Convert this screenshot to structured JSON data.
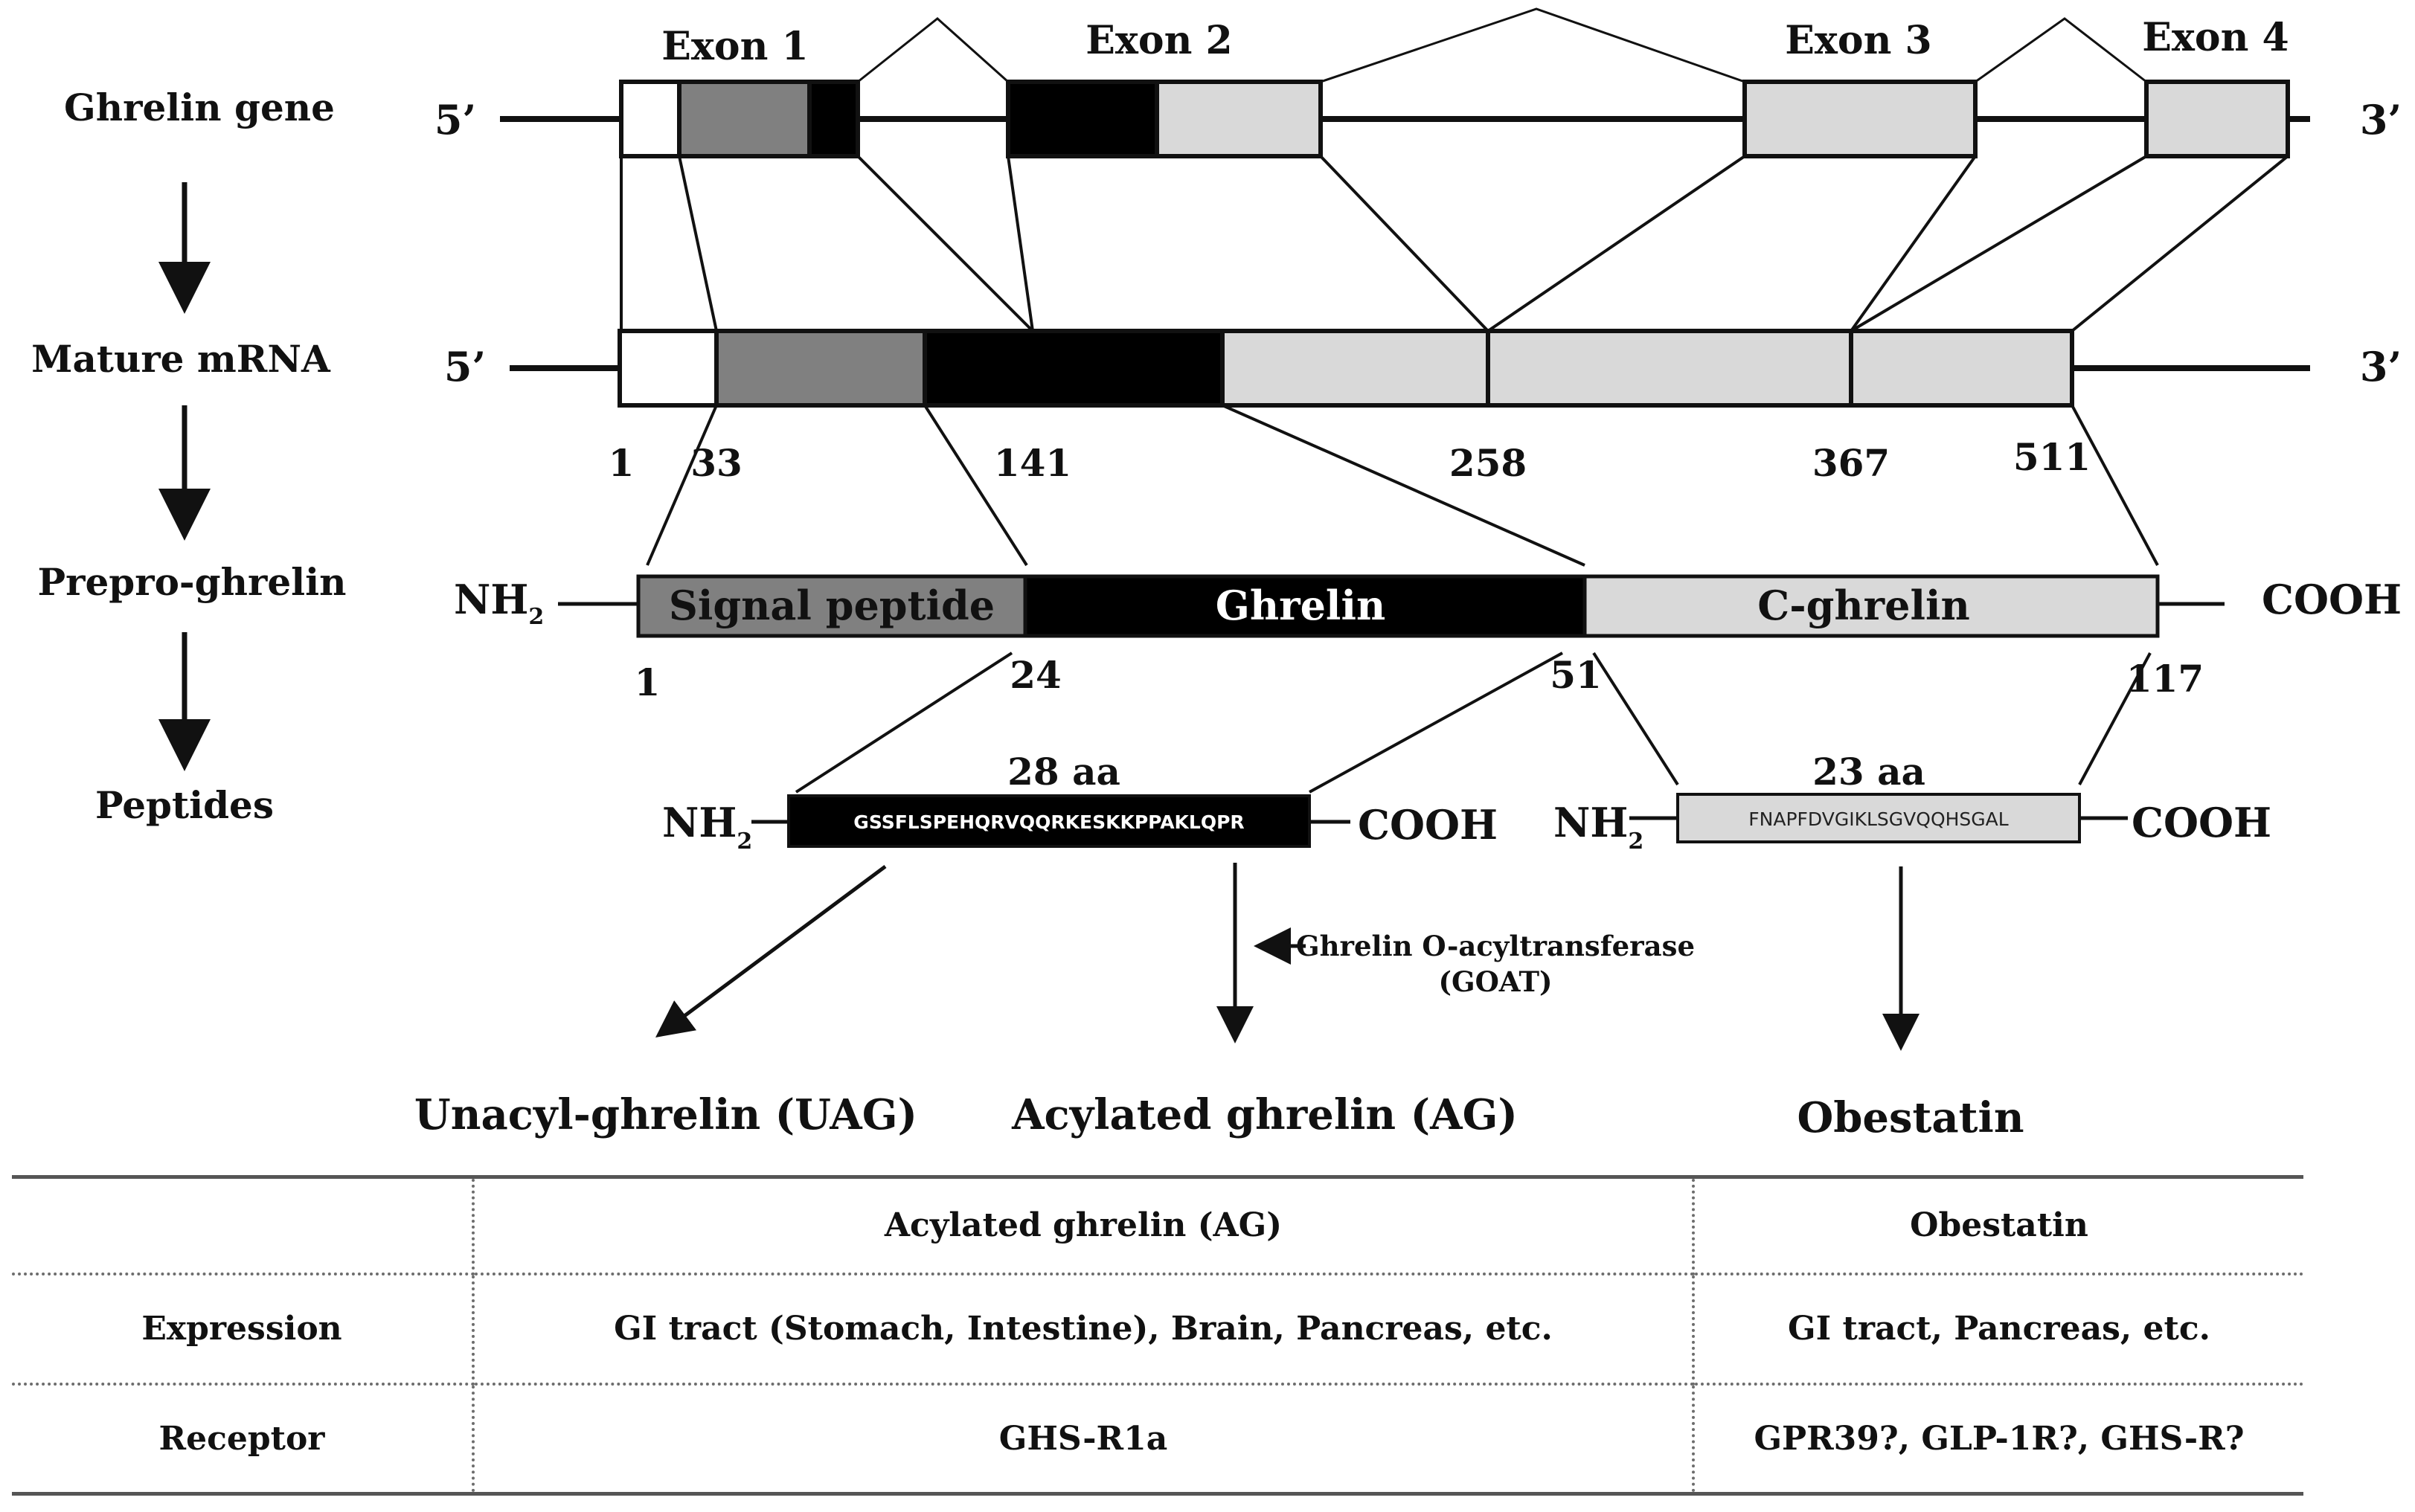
{
  "stages": {
    "gene": "Ghrelin gene",
    "mrna": "Mature mRNA",
    "prepro": "Prepro-ghrelin",
    "peptides": "Peptides"
  },
  "gene": {
    "five_prime": "5’",
    "three_prime": "3’",
    "exons": [
      "Exon 1",
      "Exon 2",
      "Exon 3",
      "Exon 4"
    ]
  },
  "mrna": {
    "five_prime": "5’",
    "three_prime": "3’",
    "positions": [
      "1",
      "33",
      "141",
      "258",
      "367",
      "511"
    ]
  },
  "prepro": {
    "nh2": "NH",
    "nh2_sub": "2",
    "cooh": "COOH",
    "signal": "Signal peptide",
    "ghrelin": "Ghrelin",
    "cghrelin": "C-ghrelin",
    "positions": [
      "1",
      "24",
      "51",
      "117"
    ]
  },
  "peptides": {
    "ghrelin_len": "28 aa",
    "ghrelin_seq": "GSSFLSPEHQRVQQRKESKKPPAKLQPR",
    "obestatin_len": "23 aa",
    "obestatin_seq": "FNAPFDVGIKLSGVQQHSGAL",
    "nh2": "NH",
    "nh2_sub": "2",
    "cooh": "COOH",
    "goat_line1": "Ghrelin O-acyltransferase",
    "goat_line2": "(GOAT)"
  },
  "products": {
    "uag": "Unacyl-ghrelin (UAG)",
    "ag": "Acylated ghrelin (AG)",
    "obestatin": "Obestatin"
  },
  "table": {
    "header": [
      "",
      "Acylated ghrelin (AG)",
      "Obestatin"
    ],
    "rows": [
      [
        "Expression",
        "GI tract (Stomach, Intestine), Brain, Pancreas, etc.",
        "GI tract, Pancreas, etc."
      ],
      [
        "Receptor",
        "GHS-R1a",
        "GPR39?, GLP-1R?, GHS-R?"
      ]
    ]
  },
  "colors": {
    "white": "#ffffff",
    "dark_gray": "#808080",
    "black": "#000000",
    "light_gray": "#d9d9d9"
  }
}
